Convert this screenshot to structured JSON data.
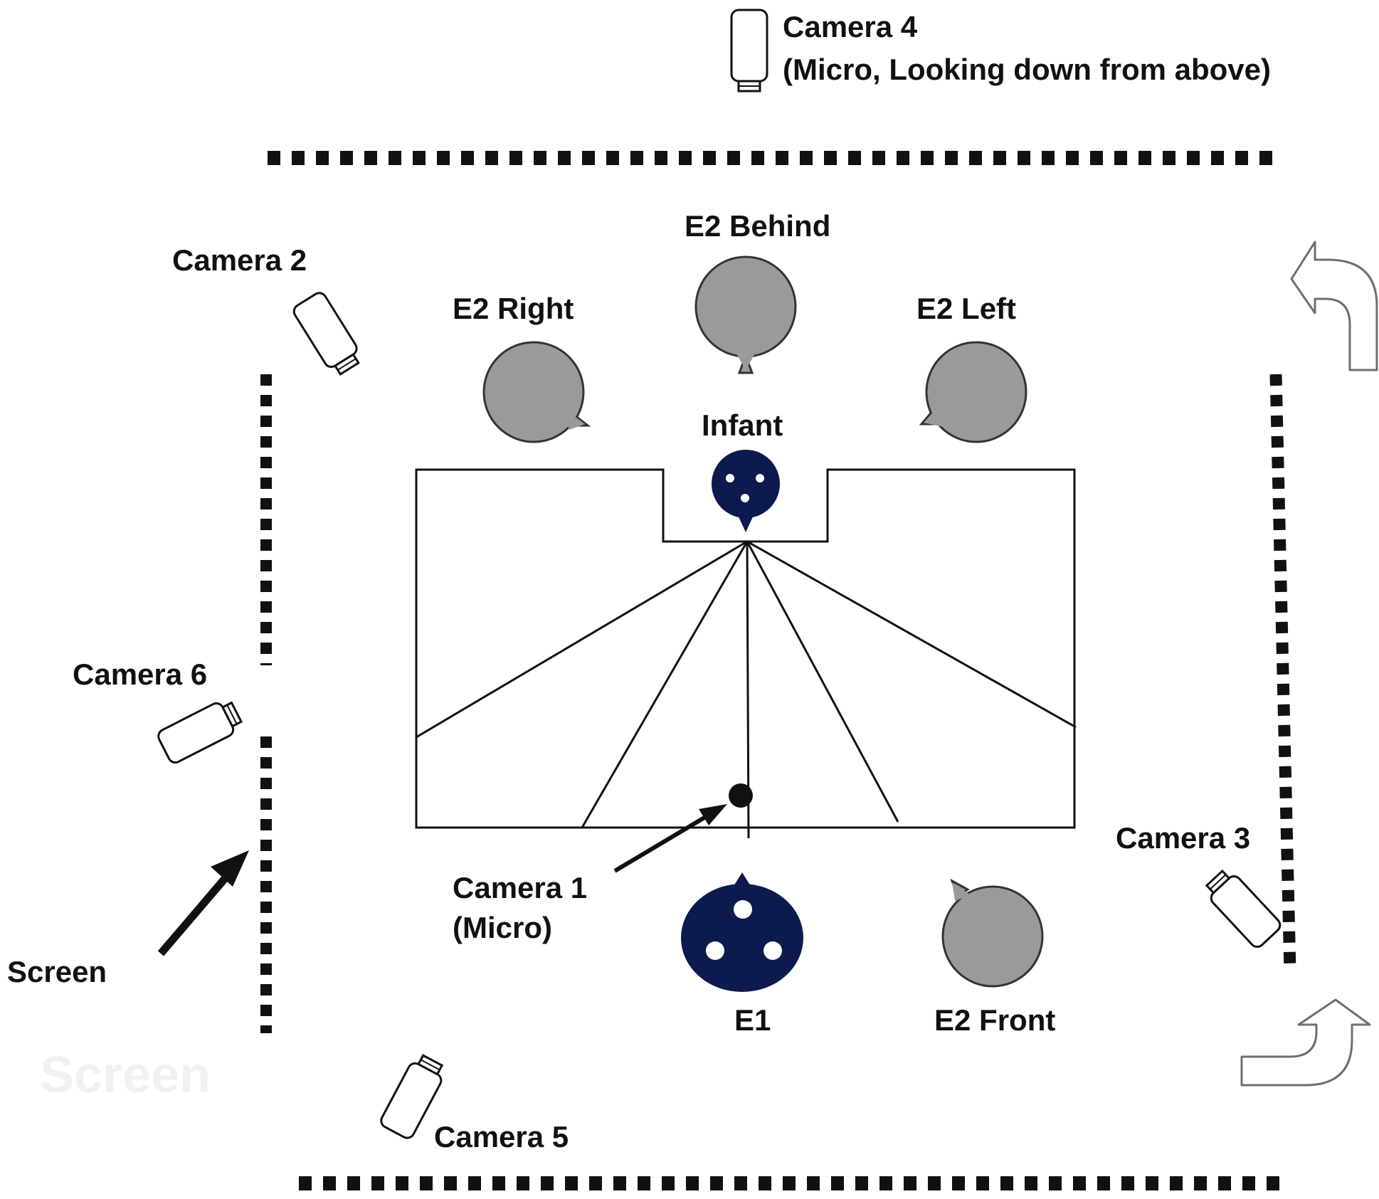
{
  "labels": {
    "camera4_line1": "Camera 4",
    "camera4_line2": "(Micro, Looking down from above)",
    "camera2": "Camera 2",
    "camera6": "Camera 6",
    "camera3": "Camera 3",
    "camera5": "Camera 5",
    "camera1_line1": "Camera 1",
    "camera1_line2": "(Micro)",
    "e2_behind": "E2 Behind",
    "e2_right": "E2 Right",
    "e2_left": "E2 Left",
    "e2_front": "E2 Front",
    "infant": "Infant",
    "e1": "E1",
    "screen": "Screen",
    "screen_faint": "Screen"
  },
  "colors": {
    "navy": "#0c1a4d",
    "gray_fill": "#9a9a9a",
    "line": "#111111",
    "faint_text": "#f1f1f1",
    "arrow_fill": "#ffffff",
    "arrow_stroke": "#6f6f6f"
  },
  "icons": {
    "camera": "camera-icon",
    "person_gray": "person-head-icon",
    "person_navy": "person-head-icon",
    "curved_arrow": "curved-arrow-icon",
    "pointer_arrow": "arrow-icon"
  }
}
